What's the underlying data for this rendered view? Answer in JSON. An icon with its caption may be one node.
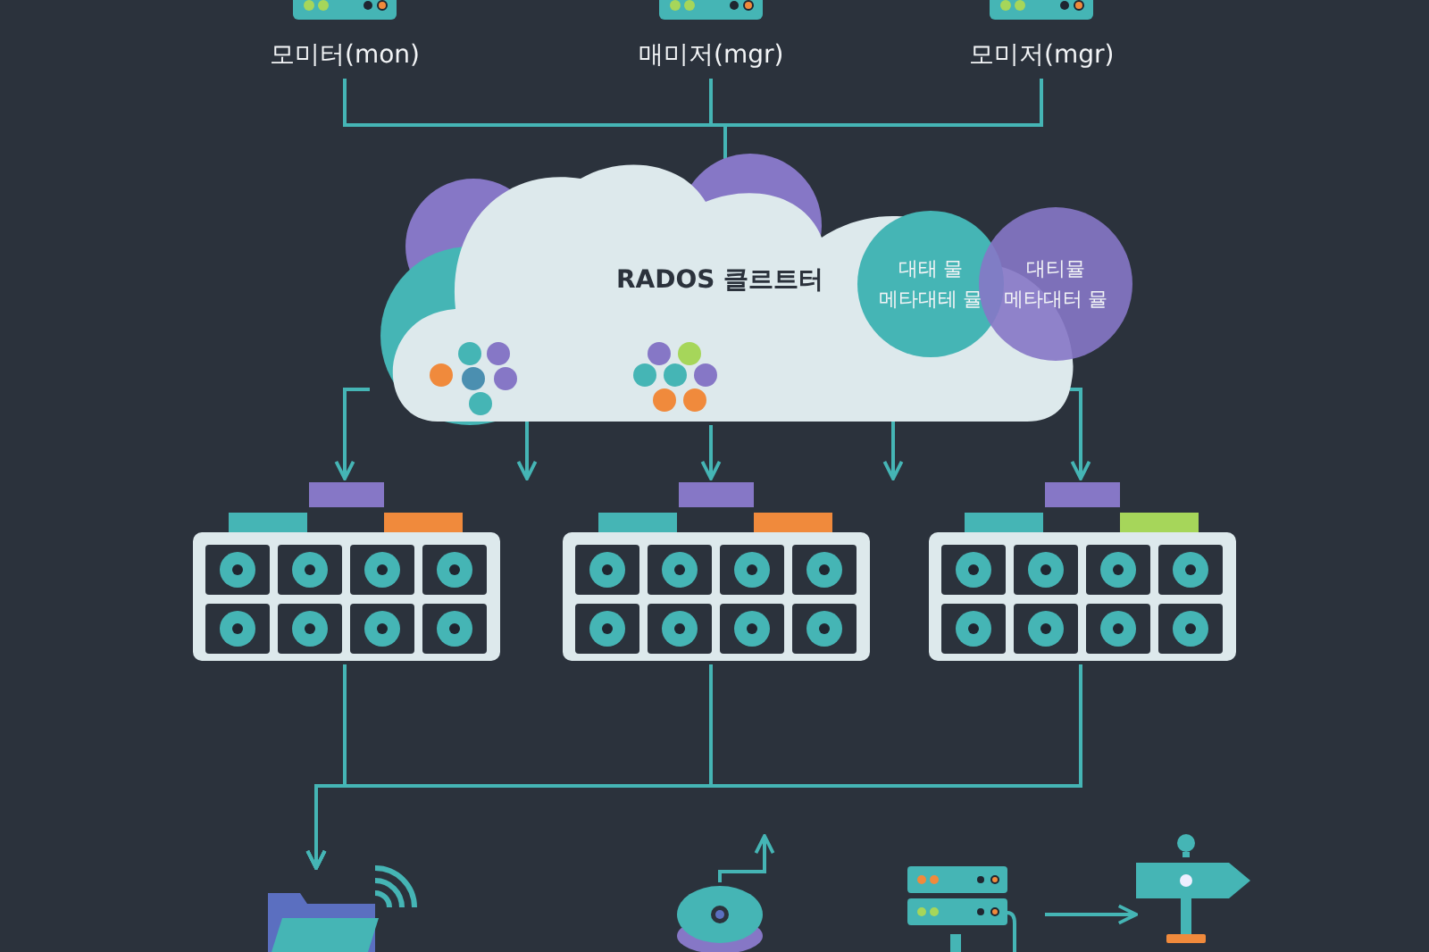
{
  "diagram": {
    "nodes": [
      {
        "text": [
          "모미터(mon)"
        ]
      },
      {
        "text": [
          "매미저(mgr)"
        ]
      },
      {
        "text": [
          "모미저(mgr)"
        ]
      },
      {
        "text": [
          "RADOS 클르트터"
        ]
      },
      {
        "text": [
          "대태 물 메타대테 뮬"
        ],
        "in": 3
      },
      {
        "text": [
          "대티뮬 메타대터 뮬"
        ]
      },
      {
        "text": [],
        "shape": "box"
      },
      {
        "text": [],
        "shape": "box"
      },
      {
        "text": [],
        "shape": "box"
      },
      {
        "text": [],
        "shape": "picture"
      },
      {
        "text": [],
        "shape": "picture"
      },
      {
        "text": [],
        "shape": "picture"
      },
      {
        "text": [],
        "shape": "picture"
      }
    ],
    "edges": [
      {
        "from": 0,
        "to": 3,
        "arrow": "none"
      },
      {
        "from": 1,
        "to": 3,
        "arrow": "none"
      },
      {
        "from": 2,
        "to": 3,
        "arrow": "none"
      },
      {
        "from": 3,
        "to": 6,
        "arrow": "to"
      },
      {
        "from": 3,
        "to": null,
        "arrow": "to"
      },
      {
        "from": 3,
        "to": 7,
        "arrow": "to"
      },
      {
        "from": 3,
        "to": null,
        "arrow": "to"
      },
      {
        "from": 3,
        "to": 8,
        "arrow": "to"
      },
      {
        "from": 6,
        "to": 9,
        "arrow": "to"
      },
      {
        "from": 7,
        "to": 9,
        "arrow": "to"
      },
      {
        "from": 8,
        "to": 9,
        "arrow": "to"
      },
      {
        "from": 10,
        "to": null,
        "arrow": "to"
      },
      {
        "from": 11,
        "to": 12,
        "arrow": "to"
      }
    ]
  }
}
